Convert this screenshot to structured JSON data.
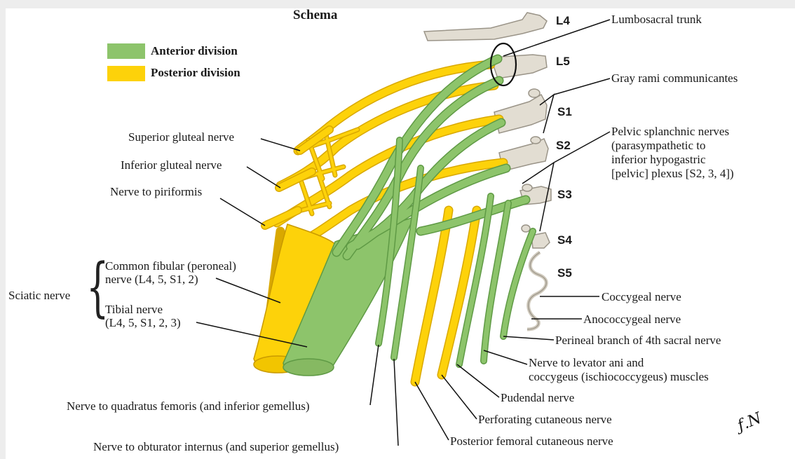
{
  "title": "Schema",
  "legend": {
    "anterior": {
      "label": "Anterior division",
      "color": "#8dc46b"
    },
    "posterior": {
      "label": "Posterior division",
      "color": "#fdd20a"
    }
  },
  "roots": [
    "L4",
    "L5",
    "S1",
    "S2",
    "S3",
    "S4",
    "S5"
  ],
  "labels": {
    "lumbosacral_trunk": "Lumbosacral trunk",
    "gray_rami": "Gray rami communicantes",
    "pelvic_splanchnic": [
      "Pelvic splanchnic nerves",
      "(parasympathetic to",
      "inferior hypogastric",
      "[pelvic] plexus [S2, 3, 4])"
    ],
    "superior_gluteal": "Superior gluteal nerve",
    "inferior_gluteal": "Inferior gluteal nerve",
    "piriformis": "Nerve to piriformis",
    "common_fibular": [
      "Common fibular (peroneal)",
      "nerve (L4, 5, S1, 2)"
    ],
    "sciatic": "Sciatic nerve",
    "tibial": [
      "Tibial nerve",
      "(L4, 5, S1, 2, 3)"
    ],
    "coccygeal": "Coccygeal nerve",
    "anococcygeal": "Anococcygeal nerve",
    "perineal_branch": "Perineal branch of 4th sacral nerve",
    "levator_ani": [
      "Nerve to levator ani and",
      "coccygeus (ischiococcygeus) muscles"
    ],
    "pudendal": "Pudendal nerve",
    "perforating_cutaneous": "Perforating cutaneous nerve",
    "posterior_femoral_cutaneous": "Posterior femoral cutaneous nerve",
    "quadratus_femoris": "Nerve to quadratus femoris (and inferior gemellus)",
    "obturator_internus": "Nerve to obturator internus (and superior gemellus)"
  },
  "colors": {
    "bone": "#e2ddd2",
    "bone_edge": "#9a9488",
    "green": "#8dc46b",
    "green_dark": "#5f9a45",
    "yellow": "#fdd20a",
    "yellow_dark": "#d9a800"
  }
}
